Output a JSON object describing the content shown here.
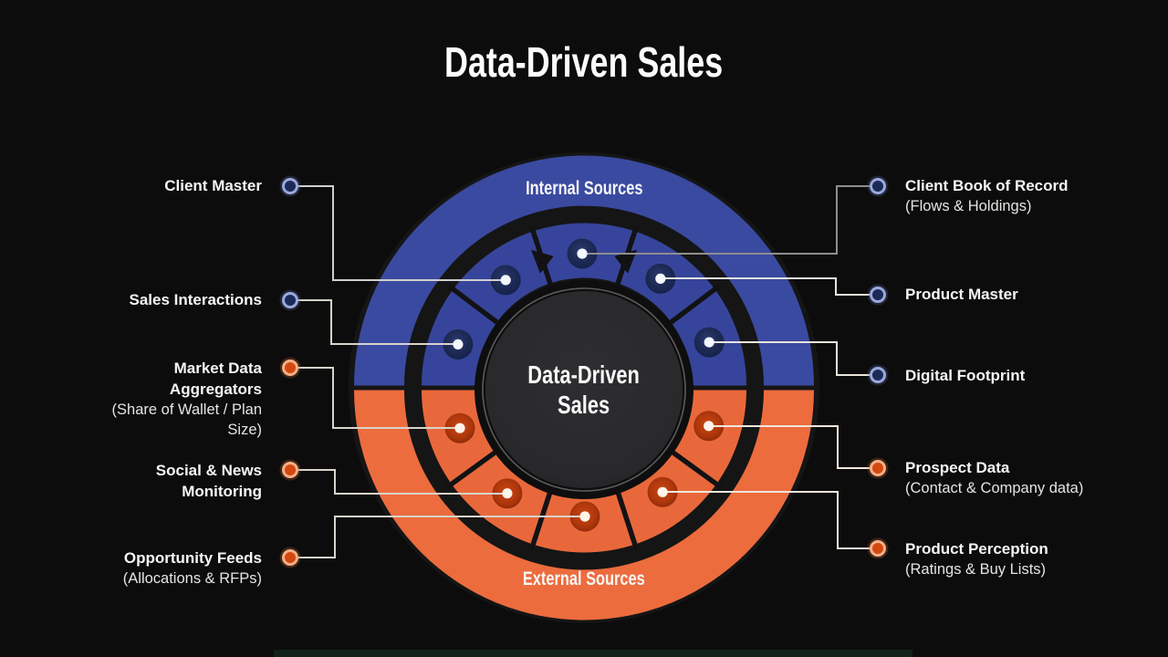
{
  "slide": {
    "title": "Data-Driven Sales"
  },
  "wheel": {
    "hub_line1": "Data-Driven",
    "hub_line2": "Sales",
    "internal_arc_label": "Internal Sources",
    "external_arc_label": "External Sources"
  },
  "left_labels": [
    {
      "title": "Client Master",
      "subtitle": ""
    },
    {
      "title": "Sales Interactions",
      "subtitle": ""
    },
    {
      "title": "Market Data Aggregators",
      "subtitle": "(Share of Wallet / Plan Size)"
    },
    {
      "title": "Social & News Monitoring",
      "subtitle": ""
    },
    {
      "title": "Opportunity Feeds",
      "subtitle": "(Allocations & RFPs)"
    }
  ],
  "right_labels": [
    {
      "title": "Client Book of Record",
      "subtitle": "(Flows & Holdings)"
    },
    {
      "title": "Product Master",
      "subtitle": ""
    },
    {
      "title": "Digital Footprint",
      "subtitle": ""
    },
    {
      "title": "Prospect Data",
      "subtitle": "(Contact & Company data)"
    },
    {
      "title": "Product Perception",
      "subtitle": "(Ratings & Buy Lists)"
    }
  ],
  "colors": {
    "background": "#0C0C0C",
    "internal_blue": "#3A4AA0",
    "external_orange": "#EC6C3E",
    "hub_fill": "#2A2A2D",
    "connector_light": "#D8D3CB",
    "connector_gray": "#8E8E8E",
    "internal_node": "#1E2A55",
    "external_node": "#B23A0E",
    "internal_bullet_ring": "#9CA8DB",
    "external_bullet_ring": "#F2B089",
    "bottom_bar": "#102217"
  }
}
